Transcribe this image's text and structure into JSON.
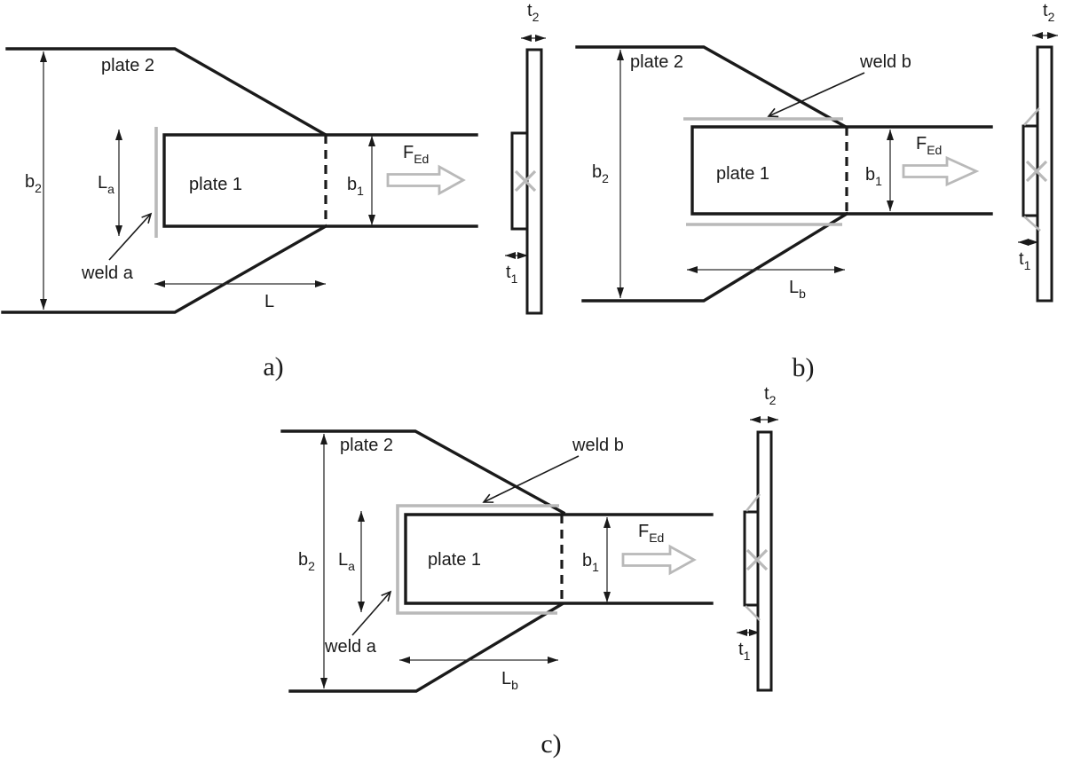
{
  "colors": {
    "background": "#ffffff",
    "line": "#1a1a1a",
    "weld_gray": "#b9b9b9",
    "text": "#1a1a1a"
  },
  "labels": {
    "plate_1": "plate 1",
    "plate_2": "plate 2",
    "weld_a": "weld a",
    "weld_b": "weld b"
  },
  "symbols": {
    "F": "F",
    "sub_Ed": "Ed",
    "b": "b",
    "sub_1": "1",
    "sub_2": "2",
    "L": "L",
    "sub_a": "a",
    "sub_b": "b",
    "t": "t"
  },
  "captions": {
    "panel_a": "a)",
    "panel_b": "b)",
    "panel_c": "c)"
  }
}
